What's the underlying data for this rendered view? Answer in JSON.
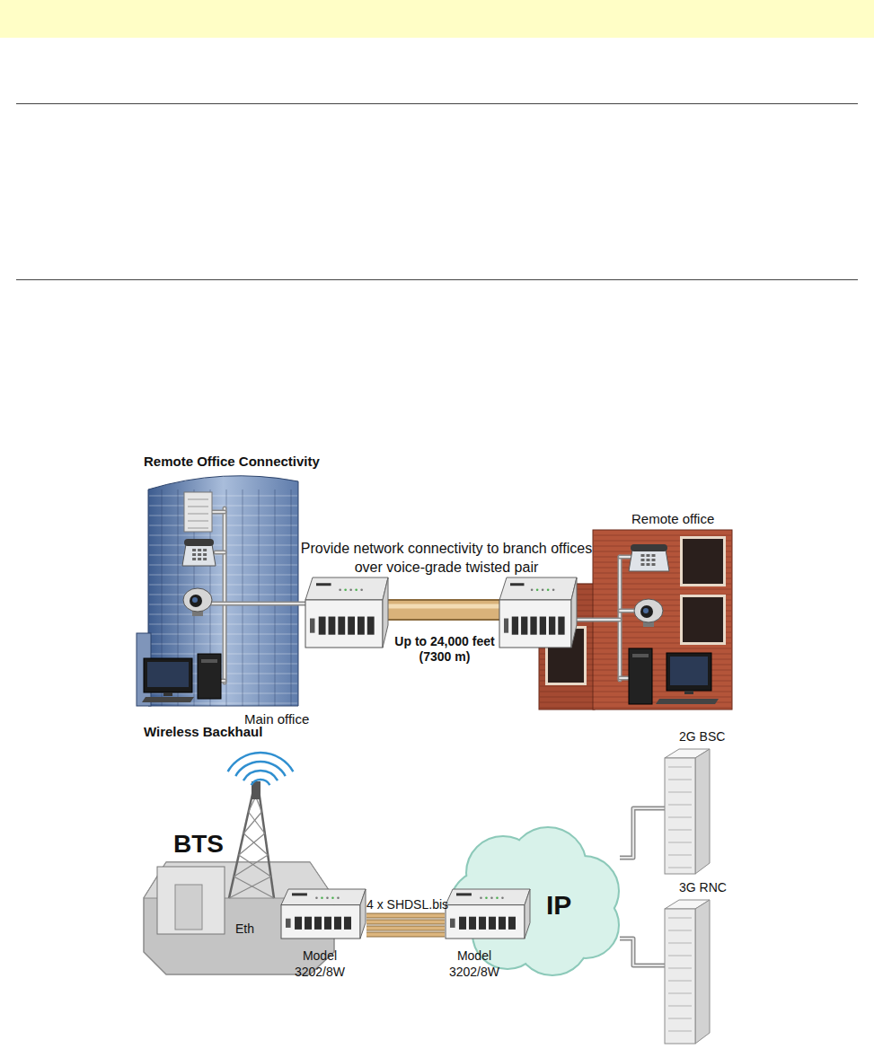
{
  "diagram": {
    "nodes": [
      {
        "text": [
          "Main office"
        ]
      },
      {
        "text": [
          "Remote office"
        ]
      },
      {
        "text": [
          "BTS"
        ]
      },
      {
        "text": [
          "Model 3202/8W"
        ]
      },
      {
        "text": [
          "Model 3202/8W"
        ]
      },
      {
        "text": [
          "IP"
        ]
      },
      {
        "text": [
          "2G BSC"
        ]
      },
      {
        "text": [
          "3G RNC"
        ]
      }
    ],
    "edges": [
      {
        "from": 0,
        "to": 1,
        "arrow": "none",
        "label": "Up to 24,000 feet (7300 m)"
      },
      {
        "from": 3,
        "to": 4,
        "arrow": "none",
        "label": "4 x SHDSL.bis"
      },
      {
        "from": 5,
        "to": 6,
        "arrow": "none"
      },
      {
        "from": 5,
        "to": 7,
        "arrow": "none"
      }
    ],
    "labels": [
      "Remote Office Connectivity",
      "Provide network connectivity to branch offices over voice-grade twisted pair",
      "Wireless Backhaul",
      "Eth"
    ]
  }
}
